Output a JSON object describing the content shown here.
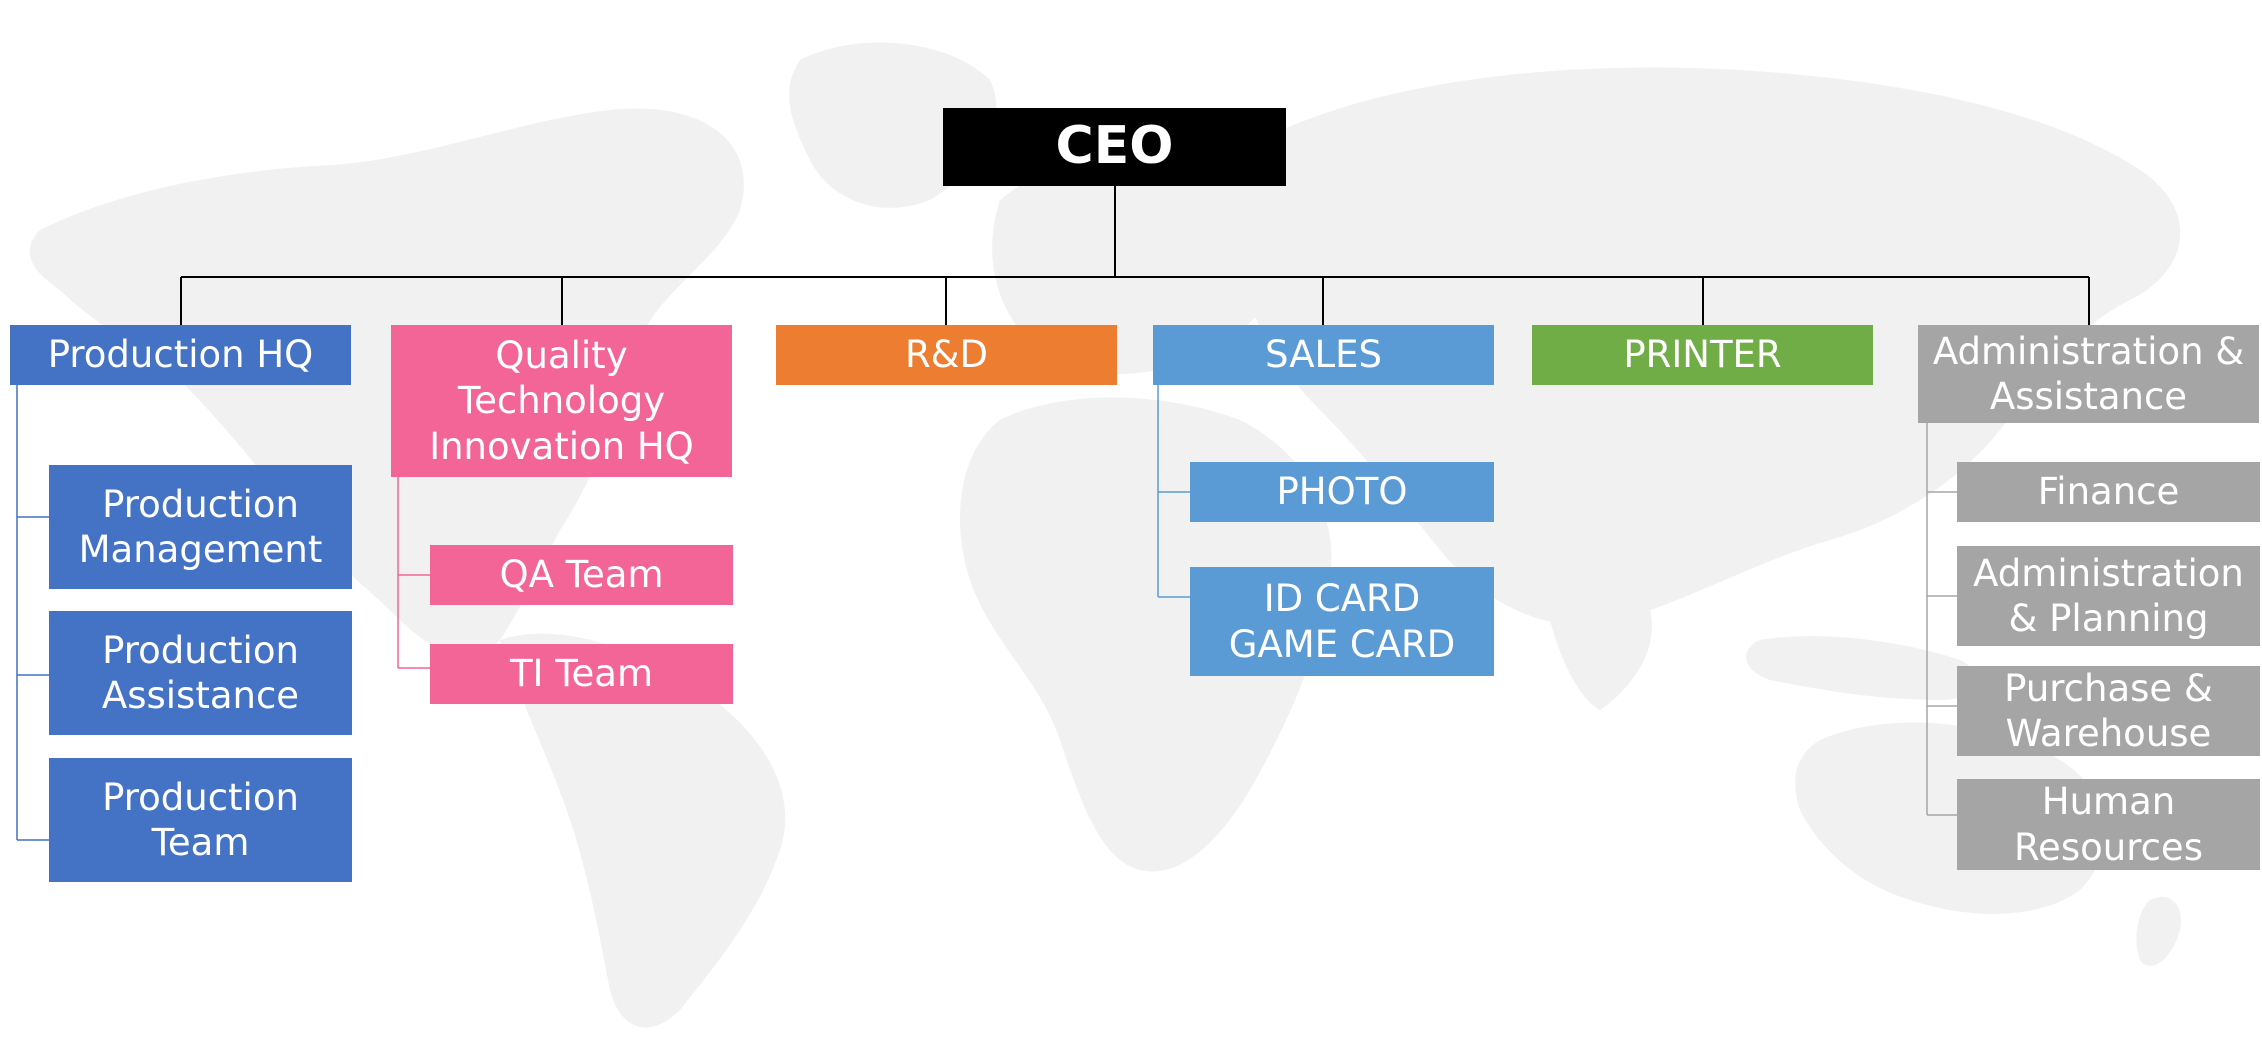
{
  "ceo": {
    "label": "CEO",
    "color": "#000000"
  },
  "colors": {
    "production": "#4472C4",
    "quality": "#F36596",
    "rnd": "#ED7D31",
    "sales": "#5B9BD5",
    "printer": "#70AD47",
    "admin": "#A5A5A5",
    "connector": "#000000",
    "map": "#F1F1F1"
  },
  "departments": {
    "production": {
      "label": "Production HQ",
      "teams": [
        "Production\nManagement",
        "Production\nAssistance",
        "Production\nTeam"
      ]
    },
    "quality": {
      "label": "Quality\nTechnology\nInnovation HQ",
      "teams": [
        "QA Team",
        "TI Team"
      ]
    },
    "rnd": {
      "label": "R&D",
      "teams": []
    },
    "sales": {
      "label": "SALES",
      "teams": [
        "PHOTO",
        "ID CARD\nGAME CARD"
      ]
    },
    "printer": {
      "label": "PRINTER",
      "teams": []
    },
    "admin": {
      "label": "Administration &\nAssistance",
      "teams": [
        "Finance",
        "Administration\n& Planning",
        "Purchase &\nWarehouse",
        "Human\nResources"
      ]
    }
  }
}
